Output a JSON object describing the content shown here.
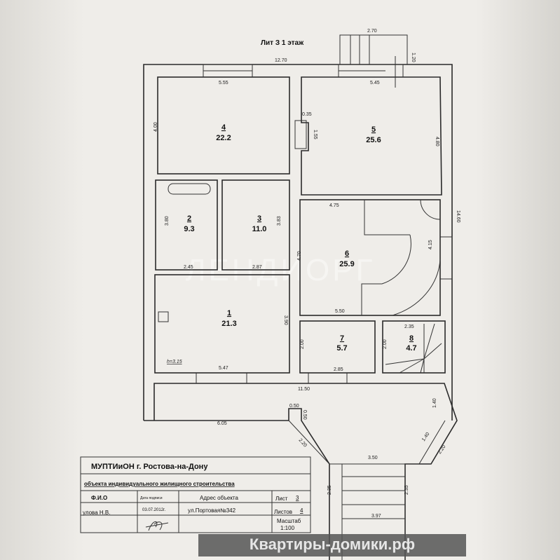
{
  "title": "Лит З 1 этаж",
  "rooms": [
    {
      "number": "1",
      "area": "21.3"
    },
    {
      "number": "2",
      "area": "9.3"
    },
    {
      "number": "3",
      "area": "11.0"
    },
    {
      "number": "4",
      "area": "22.2"
    },
    {
      "number": "5",
      "area": "25.6"
    },
    {
      "number": "6",
      "area": "25.9"
    },
    {
      "number": "7",
      "area": "5.7"
    },
    {
      "number": "8",
      "area": "4.7"
    }
  ],
  "dimensions": {
    "overall_width": "12.70",
    "porch_width": "2.70",
    "porch_depth": "1.20",
    "room4_width": "5.55",
    "room4_height": "4.00",
    "room5_width": "5.45",
    "room5_height": "4.80",
    "niche_depth": "0.35",
    "niche_width": "1.55",
    "overall_height": "14.60",
    "room2_height": "3.80",
    "room2_width": "2.45",
    "room3_height": "3.83",
    "room3_width": "2.87",
    "room6_top": "4.75",
    "room6_height": "4.70",
    "room6_right": "4.15",
    "room6_bottom": "5.50",
    "room1_height": "3.90",
    "room1_width": "5.47",
    "ceiling_height": "h=3.15",
    "room7_height": "2.00",
    "room7_width": "2.85",
    "room8_width": "2.35",
    "room8_height": "2.00",
    "terrace_width": "11.50",
    "terrace_left": "6.05",
    "column_w": "0.50",
    "column_h": "0.50",
    "terrace_side": "1.40",
    "diag_left": "2.20",
    "diag_right_inner": "1.40",
    "diag_right": "2.20",
    "stair_top": "3.50",
    "stair_side_left": "2.35",
    "stair_side_right": "2.35",
    "stair_bottom": "3.97"
  },
  "title_block": {
    "org": "МУПТИиОН г. Ростова-на-Дону",
    "object": "объекта индивидуального жилищного строительства",
    "fio_label": "Ф.И.О",
    "date_label": "Дата подписи",
    "address_label": "Адрес объекта",
    "sheet_label": "Лист",
    "sheet_value": "3",
    "sheets_label": "Листов",
    "sheets_value": "4",
    "name": "улова Н.В.",
    "date": "03.07.2012г.",
    "address": "ул.Портовая№342",
    "scale_label": "Масштаб",
    "scale_value": "1:100"
  },
  "watermark": {
    "site": "Квартиры-домики.рф",
    "faint": "ЛЕНДИОРГ"
  }
}
